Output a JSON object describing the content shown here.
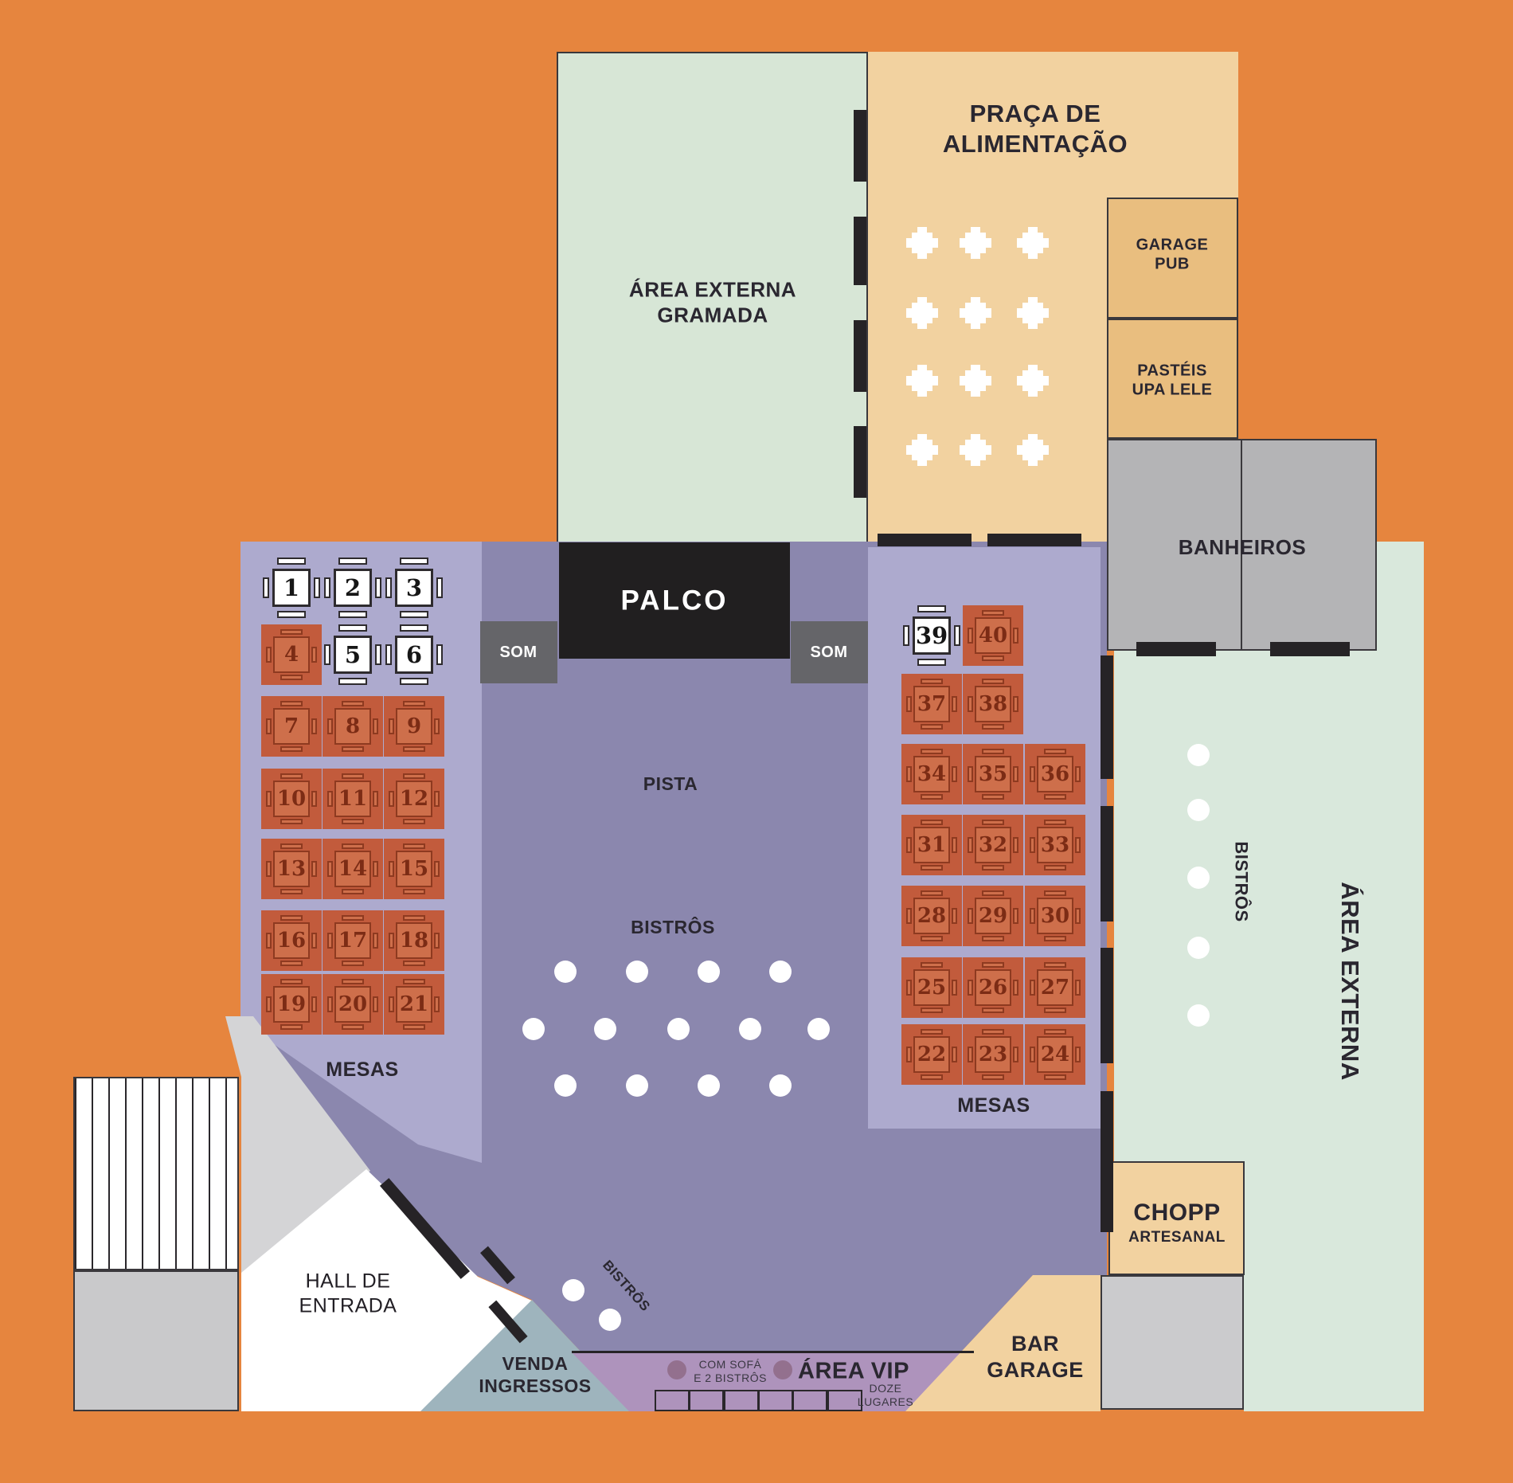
{
  "colors": {
    "background": "#E6853E",
    "green_area": "#D7E6D6",
    "food_court_tan": "#F2D2A0",
    "vendor_box_tan": "#E9BE7F",
    "banheiros_gray": "#B4B4B6",
    "mesas_light_purple": "#ADAACE",
    "pista_dark_purple": "#8B87AE",
    "vip_mauve": "#AE93BC",
    "venda_teal": "#9EB4BD",
    "palco_black": "#211F20",
    "som_gray": "#656569",
    "table_red": "#C25B3C",
    "table_red_inner": "#CE6F4B",
    "wall_black": "#262326"
  },
  "areas": {
    "gramada": {
      "line1": "ÁREA EXTERNA",
      "line2": "GRAMADA"
    },
    "praca": {
      "line1": "PRAÇA DE",
      "line2": "ALIMENTAÇÃO"
    },
    "garage_pub": {
      "line1": "GARAGE",
      "line2": "PUB"
    },
    "pasteis": {
      "line1": "PASTÉIS",
      "line2": "UPA LELE"
    },
    "banheiros": {
      "label": "BANHEIROS"
    },
    "palco": {
      "label": "PALCO"
    },
    "som": {
      "label": "SOM"
    },
    "pista": {
      "label": "PISTA"
    },
    "bistros_center": {
      "label": "BISTRÔS"
    },
    "mesas_left": {
      "label": "MESAS"
    },
    "mesas_right": {
      "label": "MESAS"
    },
    "area_externa_right": {
      "label": "ÁREA EXTERNA"
    },
    "bistros_right": {
      "label": "BISTRÔS"
    },
    "bistros_hall": {
      "label": "BISTRÔS"
    },
    "chopp": {
      "line1": "CHOPP",
      "line2": "ARTESANAL"
    },
    "bar_garage": {
      "line1": "BAR",
      "line2": "GARAGE"
    },
    "hall": {
      "line1": "HALL DE",
      "line2": "ENTRADA"
    },
    "venda": {
      "line1": "VENDA",
      "line2": "INGRESSOS"
    },
    "vip": {
      "label": "ÁREA VIP",
      "note": {
        "line1": "COM SOFÁ",
        "line2": "E 2 BISTRÔS"
      },
      "capacity": {
        "line1": "DOZE",
        "line2": "LUGARES"
      },
      "sofa_seats": 6,
      "dots": 2
    }
  },
  "tables": {
    "left_grid": [
      [
        1,
        2,
        3
      ],
      [
        4,
        5,
        6
      ],
      [
        7,
        8,
        9
      ],
      [
        10,
        11,
        12
      ],
      [
        13,
        14,
        15
      ],
      [
        16,
        17,
        18
      ],
      [
        19,
        20,
        21
      ]
    ],
    "right_grid": [
      [
        39,
        40,
        null
      ],
      [
        37,
        38,
        null
      ],
      [
        34,
        35,
        36
      ],
      [
        31,
        32,
        33
      ],
      [
        28,
        29,
        30
      ],
      [
        25,
        26,
        27
      ],
      [
        22,
        23,
        24
      ]
    ],
    "white_tables": [
      1,
      2,
      3,
      5,
      6,
      39
    ]
  },
  "bistros": {
    "center_rows": [
      4,
      5,
      4
    ],
    "right_column": 5,
    "near_hall": 2
  },
  "food_court_icons": {
    "rows": 4,
    "cols": 3
  }
}
